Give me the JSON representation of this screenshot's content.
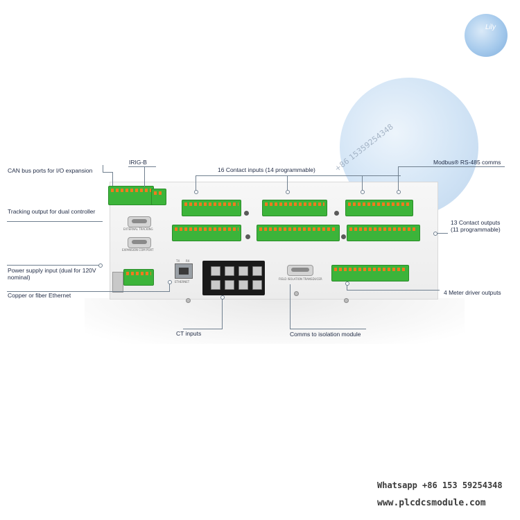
{
  "labels": {
    "can_bus": "CAN bus ports for I/O expansion",
    "irig_b": "IRIG-B",
    "contact_inputs": "16 Contact inputs (14 programmable)",
    "modbus": "Modbus® RS-485 comms",
    "tracking": "Tracking output for dual controller",
    "contact_outputs": "13 Contact outputs (11 programmable)",
    "power_supply": "Power supply input (dual for 120V nominal)",
    "ethernet": "Copper or fiber Ethernet",
    "meter_outputs": "4 Meter driver outputs",
    "ct_inputs": "CT inputs",
    "comms_isolation": "Comms to isolation module"
  },
  "device_print": {
    "external_tracking": "EXTERNAL TRACKING",
    "expansion_com": "EXPANSION COM PORT",
    "ethernet": "ETHERNET",
    "tx": "TX",
    "rx": "RX",
    "field_isolation": "FIELD ISOLATION TRANSDUCER"
  },
  "watermark": {
    "logo_text": "Lily",
    "phone_diag": "+86 15359254348",
    "whatsapp": "Whatsapp +86 153 59254348",
    "website": "www.plcdcsmodule.com"
  },
  "colors": {
    "terminal_green": "#3cb43a",
    "terminal_orange": "#f07a1d",
    "label_text": "#1f2a44",
    "callout_line": "#6f7f8f"
  }
}
